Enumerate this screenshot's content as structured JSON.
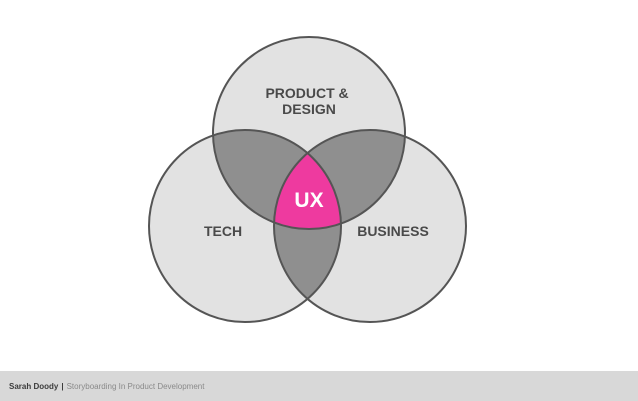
{
  "diagram": {
    "sets": [
      {
        "key": "product_design",
        "lines": [
          "PRODUCT &",
          "DESIGN"
        ]
      },
      {
        "key": "tech",
        "lines": [
          "TECH"
        ]
      },
      {
        "key": "business",
        "lines": [
          "BUSINESS"
        ]
      }
    ],
    "center_label": "UX",
    "colors": {
      "circle_fill": "#e2e2e2",
      "pairwise_overlap": "#8f8f8f",
      "center_overlap": "#ee3a9f",
      "outline": "#555555",
      "label_text": "#4a4a4a"
    }
  },
  "footer": {
    "author": "Sarah Doody",
    "separator": "|",
    "talk_title": "Storyboarding In Product Development",
    "background": "#d8d8d8"
  }
}
